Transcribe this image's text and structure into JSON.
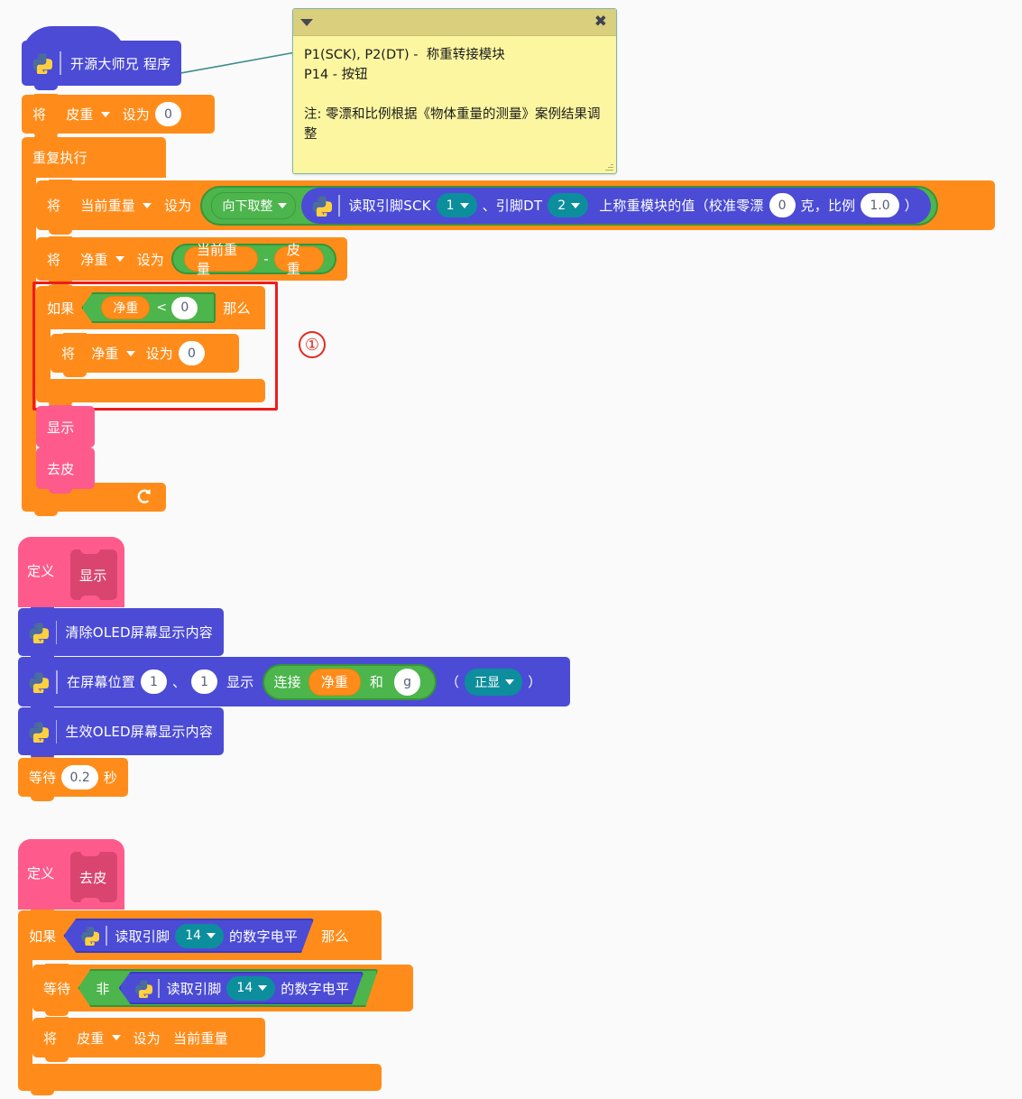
{
  "comment": {
    "icon_collapse": "triangle-down-icon",
    "icon_close": "close-icon",
    "text": "P1(SCK), P2(DT) -  称重转接模块\nP14 - 按钮\n\n注: 零漂和比例根据《物体重量的测量》案例结果调整"
  },
  "colors": {
    "orange": "#FF8C1A",
    "pink": "#FE5B8C",
    "purple": "#4B4BD6",
    "green": "#4CB54C",
    "teal": "#0D8E9C",
    "comment_body": "#FCF6A0",
    "comment_header": "#D9CF7C",
    "annotation_red": "#E02B20",
    "canvas": "#FAFAFA"
  },
  "script_main": {
    "hat": {
      "label": "开源大师兄 程序",
      "icon": "python-icon"
    },
    "set_tare": {
      "set": "将",
      "var": "皮重",
      "to": "设为",
      "value": "0"
    },
    "forever": {
      "label": "重复执行"
    },
    "set_current": {
      "set": "将",
      "var": "当前重量",
      "to": "设为",
      "round_op": "向下取整",
      "read": {
        "icon": "python-icon",
        "pre": "读取引脚SCK",
        "sck": "1",
        "mid": "、引脚DT",
        "dt": "2",
        "post": "上称重模块的值（校准零漂",
        "zero": "0",
        "unit": "克，比例",
        "ratio": "1.0",
        "close": "）"
      }
    },
    "set_net": {
      "set": "将",
      "var": "净重",
      "to": "设为",
      "a": "当前重量",
      "op": "-",
      "b": "皮重"
    },
    "if_block": {
      "if": "如果",
      "var": "净重",
      "op": "<",
      "value": "0",
      "then": "那么",
      "body": {
        "set": "将",
        "var": "净重",
        "to": "设为",
        "value": "0"
      }
    },
    "call_display": "显示",
    "call_tare": "去皮",
    "loop_arrow": "loop-arrow-icon"
  },
  "annotation": {
    "marker": "①"
  },
  "def_display": {
    "define": "定义",
    "name": "显示",
    "clear": {
      "icon": "python-icon",
      "label": "清除OLED屏幕显示内容"
    },
    "show_at": {
      "icon": "python-icon",
      "pre": "在屏幕位置",
      "x": "1",
      "sep": "、",
      "y": "1",
      "mid": "显示",
      "join": "连接",
      "join_a": "净重",
      "join_and": "和",
      "join_b": "g",
      "paren_open": "（",
      "mode": "正显",
      "paren_close": "）"
    },
    "refresh": {
      "icon": "python-icon",
      "label": "生效OLED屏幕显示内容"
    },
    "wait": {
      "pre": "等待",
      "value": "0.2",
      "post": "秒"
    }
  },
  "def_tare": {
    "define": "定义",
    "name": "去皮",
    "if": {
      "label": "如果",
      "then": "那么"
    },
    "read_pin_1": {
      "icon": "python-icon",
      "pre": "读取引脚",
      "pin": "14",
      "post": "的数字电平"
    },
    "wait_until": {
      "label": "等待",
      "not": "非"
    },
    "read_pin_2": {
      "icon": "python-icon",
      "pre": "读取引脚",
      "pin": "14",
      "post": "的数字电平"
    },
    "set_tare": {
      "set": "将",
      "var": "皮重",
      "to": "设为",
      "value": "当前重量"
    }
  }
}
